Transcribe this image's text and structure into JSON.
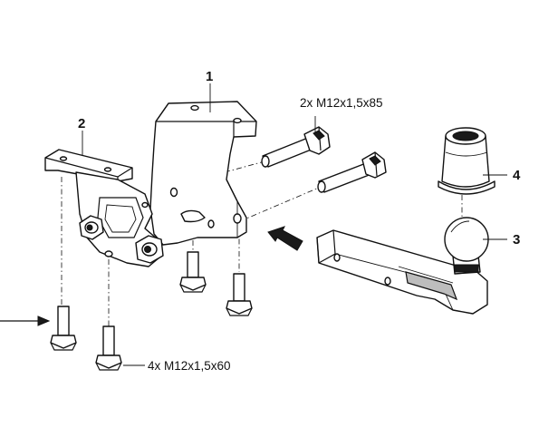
{
  "callouts": {
    "part1": "1",
    "part2": "2",
    "part3": "3",
    "part4": "4"
  },
  "labels": {
    "long_bolts": "2x M12x1,5x85",
    "short_bolts": "4x M12x1,5x60"
  },
  "colors": {
    "line": "#111111",
    "background": "#ffffff"
  }
}
